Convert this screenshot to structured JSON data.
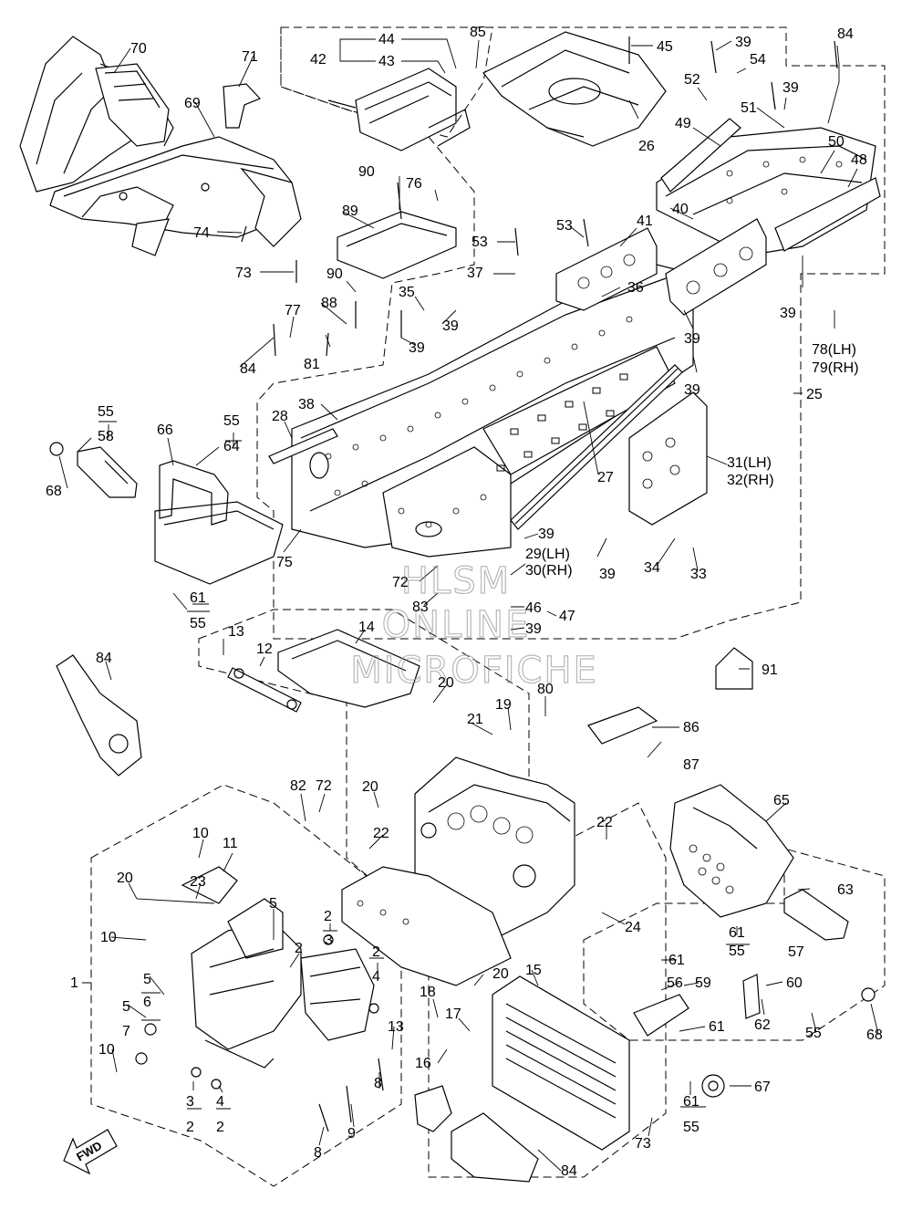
{
  "watermark": {
    "line1": "HLSM",
    "line2": "ONLINE",
    "line3": "MICROFICHE",
    "color": "#9a9a9a"
  },
  "fwd_arrow": {
    "label": "FWD",
    "icon": "fwd-arrow-icon"
  },
  "callouts": [
    {
      "id": "c70",
      "text": "70"
    },
    {
      "id": "c71",
      "text": "71"
    },
    {
      "id": "c69",
      "text": "69"
    },
    {
      "id": "c74",
      "text": "74"
    },
    {
      "id": "c73a",
      "text": "73"
    },
    {
      "id": "c44",
      "text": "44"
    },
    {
      "id": "c42",
      "text": "42"
    },
    {
      "id": "c43",
      "text": "43"
    },
    {
      "id": "c85",
      "text": "85"
    },
    {
      "id": "c45",
      "text": "45"
    },
    {
      "id": "c39a",
      "text": "39"
    },
    {
      "id": "c54",
      "text": "54"
    },
    {
      "id": "c84a",
      "text": "84"
    },
    {
      "id": "c52",
      "text": "52"
    },
    {
      "id": "c39b",
      "text": "39"
    },
    {
      "id": "c51",
      "text": "51"
    },
    {
      "id": "c49",
      "text": "49"
    },
    {
      "id": "c50",
      "text": "50"
    },
    {
      "id": "c48",
      "text": "48"
    },
    {
      "id": "c26",
      "text": "26"
    },
    {
      "id": "c90a",
      "text": "90"
    },
    {
      "id": "c76",
      "text": "76"
    },
    {
      "id": "c89",
      "text": "89"
    },
    {
      "id": "c53a",
      "text": "53"
    },
    {
      "id": "c53b",
      "text": "53"
    },
    {
      "id": "c41",
      "text": "41"
    },
    {
      "id": "c40",
      "text": "40"
    },
    {
      "id": "c37",
      "text": "37"
    },
    {
      "id": "c90b",
      "text": "90"
    },
    {
      "id": "c36",
      "text": "36"
    },
    {
      "id": "c39c",
      "text": "39"
    },
    {
      "id": "c35",
      "text": "35"
    },
    {
      "id": "c88",
      "text": "88"
    },
    {
      "id": "c39d",
      "text": "39"
    },
    {
      "id": "c77",
      "text": "77"
    },
    {
      "id": "c81",
      "text": "81"
    },
    {
      "id": "c39e",
      "text": "39"
    },
    {
      "id": "c39f",
      "text": "39"
    },
    {
      "id": "c84b",
      "text": "84"
    },
    {
      "id": "c78",
      "text": "78(LH)"
    },
    {
      "id": "c79",
      "text": "79(RH)"
    },
    {
      "id": "c39g",
      "text": "39"
    },
    {
      "id": "c38",
      "text": "38"
    },
    {
      "id": "c28",
      "text": "28"
    },
    {
      "id": "c25",
      "text": "25"
    },
    {
      "id": "c55a",
      "text": "55"
    },
    {
      "id": "c58",
      "text": "58"
    },
    {
      "id": "c66",
      "text": "66"
    },
    {
      "id": "c55b",
      "text": "55"
    },
    {
      "id": "c64",
      "text": "64"
    },
    {
      "id": "c68a",
      "text": "68"
    },
    {
      "id": "c27",
      "text": "27"
    },
    {
      "id": "c31",
      "text": "31(LH)"
    },
    {
      "id": "c32",
      "text": "32(RH)"
    },
    {
      "id": "c75",
      "text": "75"
    },
    {
      "id": "c39h",
      "text": "39"
    },
    {
      "id": "c29",
      "text": "29(LH)"
    },
    {
      "id": "c30",
      "text": "30(RH)"
    },
    {
      "id": "c39i",
      "text": "39"
    },
    {
      "id": "c34",
      "text": "34"
    },
    {
      "id": "c33",
      "text": "33"
    },
    {
      "id": "c72a",
      "text": "72"
    },
    {
      "id": "c83",
      "text": "83"
    },
    {
      "id": "c46",
      "text": "46"
    },
    {
      "id": "c47",
      "text": "47"
    },
    {
      "id": "c39j",
      "text": "39"
    },
    {
      "id": "c61a",
      "text": "61"
    },
    {
      "id": "c55c",
      "text": "55"
    },
    {
      "id": "c13a",
      "text": "13"
    },
    {
      "id": "c14",
      "text": "14"
    },
    {
      "id": "c12",
      "text": "12"
    },
    {
      "id": "c91",
      "text": "91"
    },
    {
      "id": "c84c",
      "text": "84"
    },
    {
      "id": "c20a",
      "text": "20"
    },
    {
      "id": "c80",
      "text": "80"
    },
    {
      "id": "c19",
      "text": "19"
    },
    {
      "id": "c21",
      "text": "21"
    },
    {
      "id": "c86",
      "text": "86"
    },
    {
      "id": "c87",
      "text": "87"
    },
    {
      "id": "c20b",
      "text": "20"
    },
    {
      "id": "c82",
      "text": "82"
    },
    {
      "id": "c72b",
      "text": "72"
    },
    {
      "id": "c65",
      "text": "65"
    },
    {
      "id": "c22a",
      "text": "22"
    },
    {
      "id": "c22b",
      "text": "22"
    },
    {
      "id": "c10a",
      "text": "10"
    },
    {
      "id": "c11",
      "text": "11"
    },
    {
      "id": "c23",
      "text": "23"
    },
    {
      "id": "c20c",
      "text": "20"
    },
    {
      "id": "c63",
      "text": "63"
    },
    {
      "id": "c24",
      "text": "24"
    },
    {
      "id": "c61b",
      "text": "61"
    },
    {
      "id": "c55d",
      "text": "55"
    },
    {
      "id": "c57",
      "text": "57"
    },
    {
      "id": "c5a",
      "text": "5"
    },
    {
      "id": "c2a",
      "text": "2"
    },
    {
      "id": "c3a",
      "text": "3"
    },
    {
      "id": "c2b",
      "text": "2"
    },
    {
      "id": "c10b",
      "text": "10"
    },
    {
      "id": "c1",
      "text": "1"
    },
    {
      "id": "c5b",
      "text": "5"
    },
    {
      "id": "c6",
      "text": "6"
    },
    {
      "id": "c2c",
      "text": "2"
    },
    {
      "id": "c4a",
      "text": "4"
    },
    {
      "id": "c5c",
      "text": "5"
    },
    {
      "id": "c7",
      "text": "7"
    },
    {
      "id": "c20d",
      "text": "20"
    },
    {
      "id": "c15",
      "text": "15"
    },
    {
      "id": "c61c",
      "text": "61"
    },
    {
      "id": "c56",
      "text": "56"
    },
    {
      "id": "c59",
      "text": "59"
    },
    {
      "id": "c60",
      "text": "60"
    },
    {
      "id": "c18",
      "text": "18"
    },
    {
      "id": "c17",
      "text": "17"
    },
    {
      "id": "c13b",
      "text": "13"
    },
    {
      "id": "c61d",
      "text": "61"
    },
    {
      "id": "c62",
      "text": "62"
    },
    {
      "id": "c55e",
      "text": "55"
    },
    {
      "id": "c68b",
      "text": "68"
    },
    {
      "id": "c10c",
      "text": "10"
    },
    {
      "id": "c16",
      "text": "16"
    },
    {
      "id": "c8a",
      "text": "8"
    },
    {
      "id": "c3b",
      "text": "3"
    },
    {
      "id": "c2d",
      "text": "2"
    },
    {
      "id": "c4b",
      "text": "4"
    },
    {
      "id": "c2e",
      "text": "2"
    },
    {
      "id": "c9",
      "text": "9"
    },
    {
      "id": "c67",
      "text": "67"
    },
    {
      "id": "c61e",
      "text": "61"
    },
    {
      "id": "c55f",
      "text": "55"
    },
    {
      "id": "c73b",
      "text": "73"
    },
    {
      "id": "c84d",
      "text": "84"
    },
    {
      "id": "c8b",
      "text": "8"
    }
  ]
}
